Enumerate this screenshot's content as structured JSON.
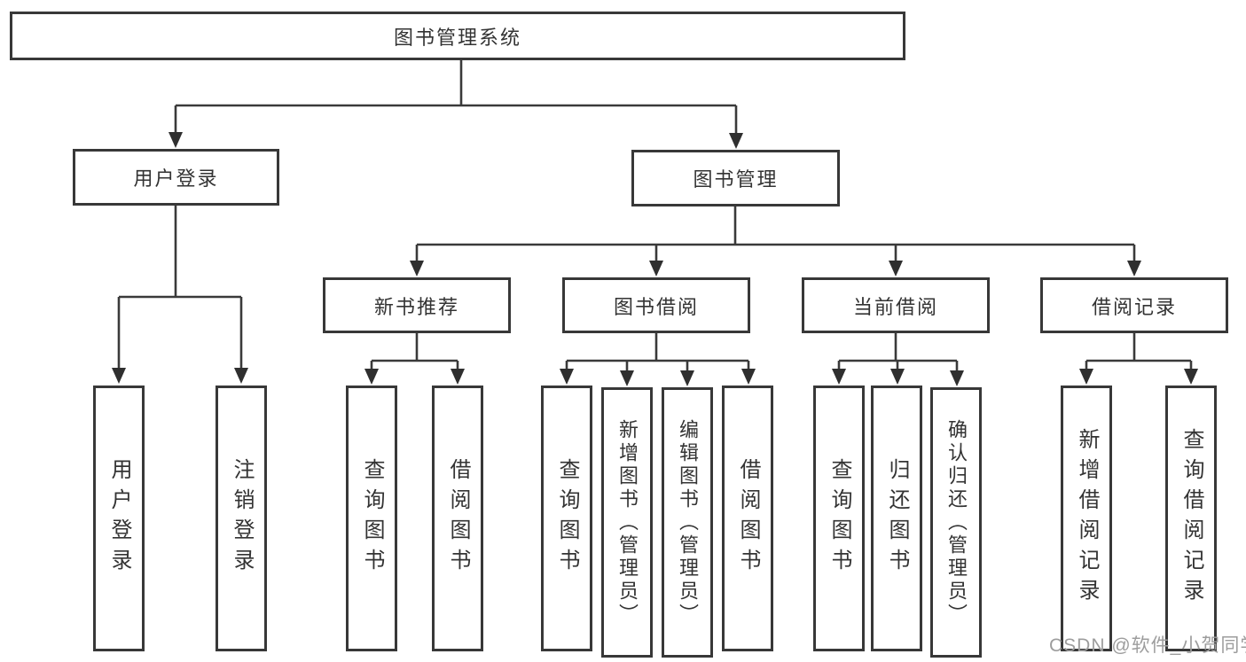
{
  "tree": {
    "root": {
      "label": "图书管理系统"
    },
    "children": [
      {
        "label": "用户登录",
        "children": [
          {
            "label": "用户登录"
          },
          {
            "label": "注销登录"
          }
        ]
      },
      {
        "label": "图书管理",
        "children": [
          {
            "label": "新书推荐",
            "children": [
              {
                "label": "查询图书"
              },
              {
                "label": "借阅图书"
              }
            ]
          },
          {
            "label": "图书借阅",
            "children": [
              {
                "label": "查询图书"
              },
              {
                "label": "新增图书（管理员）"
              },
              {
                "label": "编辑图书（管理员）"
              },
              {
                "label": "借阅图书"
              }
            ]
          },
          {
            "label": "当前借阅",
            "children": [
              {
                "label": "查询图书"
              },
              {
                "label": "归还图书"
              },
              {
                "label": "确认归还（管理员）"
              }
            ]
          },
          {
            "label": "借阅记录",
            "children": [
              {
                "label": "新增借阅记录"
              },
              {
                "label": "查询借阅记录"
              }
            ]
          }
        ]
      }
    ]
  },
  "watermark": "CSDN @软件_小贺同学",
  "colors": {
    "line": "#3a3a3a",
    "border": "#383838",
    "text": "#333333",
    "background": "#ffffff",
    "watermark": "#9d9d9d"
  }
}
